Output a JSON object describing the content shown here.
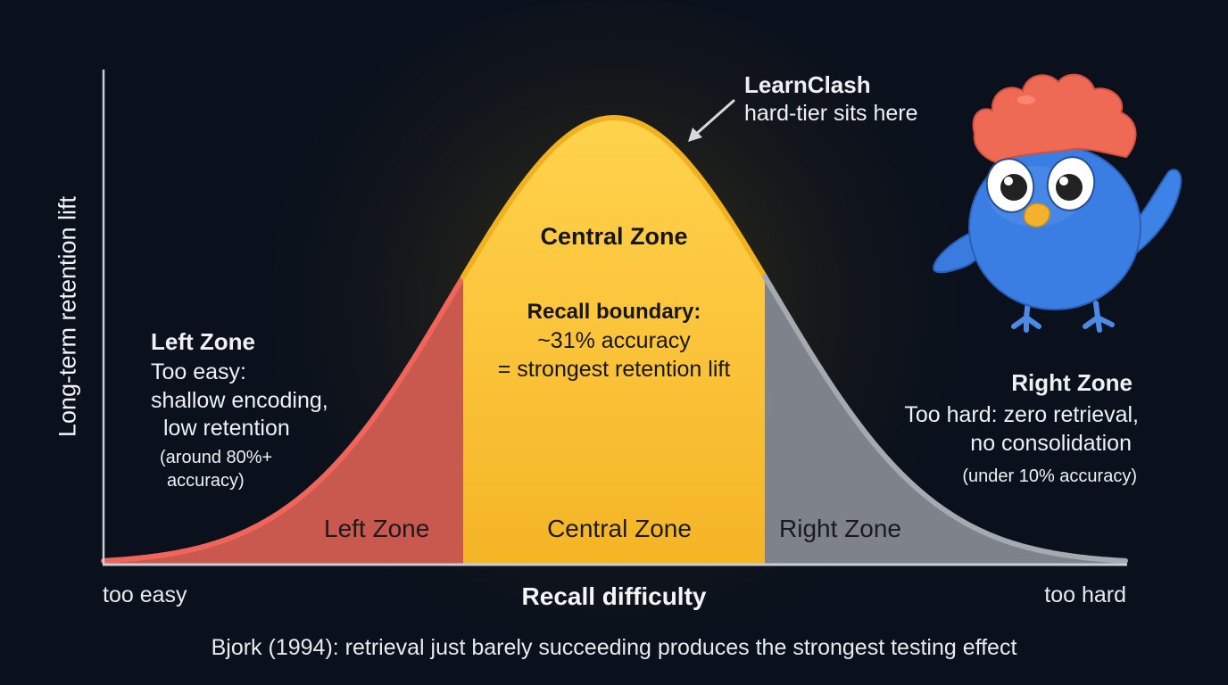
{
  "chart_data": {
    "type": "area",
    "title": "",
    "xlabel": "Recall difficulty",
    "ylabel": "Long-term retention lift",
    "x_tick_labels": [
      "too easy",
      "too hard"
    ],
    "curve": "bell (Gaussian) curve, peak at center",
    "x": [
      0.0,
      0.1,
      0.2,
      0.3,
      0.35,
      0.4,
      0.45,
      0.5,
      0.55,
      0.6,
      0.65,
      0.7,
      0.8,
      0.9,
      1.0
    ],
    "y": [
      0.01,
      0.04,
      0.12,
      0.32,
      0.48,
      0.66,
      0.84,
      0.97,
      0.99,
      0.86,
      0.67,
      0.48,
      0.19,
      0.05,
      0.01
    ],
    "zones": [
      {
        "name": "Left Zone",
        "x_range": [
          0.0,
          0.352
        ],
        "color": "#c9584f",
        "edge_color": "#f0645a"
      },
      {
        "name": "Central Zone",
        "x_range": [
          0.352,
          0.647
        ],
        "color": "#f5b728",
        "edge_color": "#f2b21f"
      },
      {
        "name": "Right Zone",
        "x_range": [
          0.647,
          1.0
        ],
        "color": "#7d828b",
        "edge_color": "#a5a9b0"
      }
    ],
    "annotations": [
      "LearnClash hard-tier sits here",
      "Recall boundary: ~31% accuracy = strongest retention lift"
    ],
    "grid": false,
    "legend": "none"
  },
  "colors": {
    "background": "#0b111c",
    "axis": "#c9ced6",
    "left_fill": "#c9584f",
    "left_edge": "#f0645a",
    "central_fill": "#f5b728",
    "central_top": "#ffd24a",
    "right_fill": "#7d828b",
    "right_edge": "#a5a9b0",
    "mascot_body": "#3a7be0",
    "mascot_crest": "#ef6a55",
    "mascot_beak": "#f3b22e"
  },
  "axes": {
    "ylabel": "Long-term retention lift",
    "xlabel": "Recall difficulty",
    "x_left": "too easy",
    "x_right": "too hard"
  },
  "callout": {
    "title": "LearnClash",
    "subtitle": "hard-tier sits here"
  },
  "left_zone": {
    "title": "Left Zone",
    "line1": "Too easy:",
    "line2": "shallow encoding,",
    "line3": "low retention",
    "note1": "(around 80%+",
    "note2": "accuracy)"
  },
  "central_zone": {
    "title": "Central Zone",
    "boundary_title": "Recall boundary:",
    "boundary_line1": "~31% accuracy",
    "boundary_line2": "= strongest retention lift"
  },
  "right_zone": {
    "title": "Right Zone",
    "line1": "Too hard: zero retrieval,",
    "line2": "no consolidation",
    "note": "(under 10% accuracy)"
  },
  "zone_labels": {
    "left": "Left Zone",
    "central": "Central Zone",
    "right": "Right Zone"
  },
  "caption": "Bjork (1994): retrieval just barely succeeding produces the strongest testing effect",
  "mascot": {
    "name": "blue bird mascot with red crest, waving"
  }
}
